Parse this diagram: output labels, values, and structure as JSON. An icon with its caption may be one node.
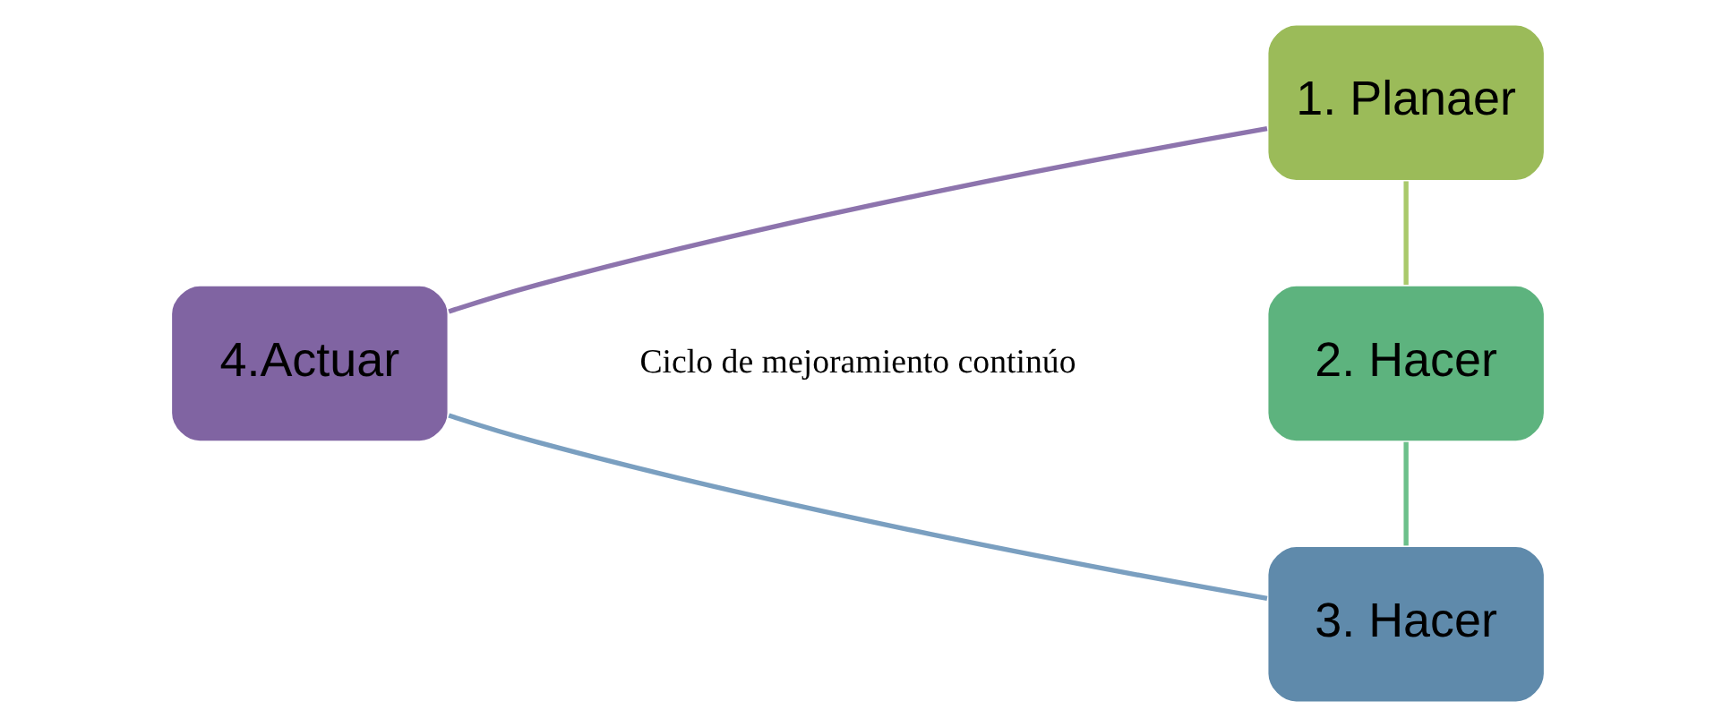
{
  "diagram": {
    "nodes": [
      {
        "text": [
          "1. Planaer"
        ]
      },
      {
        "text": [
          "2. Hacer"
        ]
      },
      {
        "text": [
          "3. Hacer"
        ]
      },
      {
        "text": [
          "4.Actuar"
        ]
      }
    ],
    "edges": [
      {
        "from": 0,
        "to": 1,
        "arrow": "none",
        "color": "#a9c96b"
      },
      {
        "from": 1,
        "to": 2,
        "arrow": "none",
        "color": "#6cc08a"
      },
      {
        "from": 2,
        "to": 3,
        "arrow": "none",
        "color": "#7a9fc0"
      },
      {
        "from": 3,
        "to": 0,
        "arrow": "none",
        "color": "#8d74ad"
      }
    ],
    "labels": [
      "Ciclo de mejoramiento continúo"
    ]
  }
}
